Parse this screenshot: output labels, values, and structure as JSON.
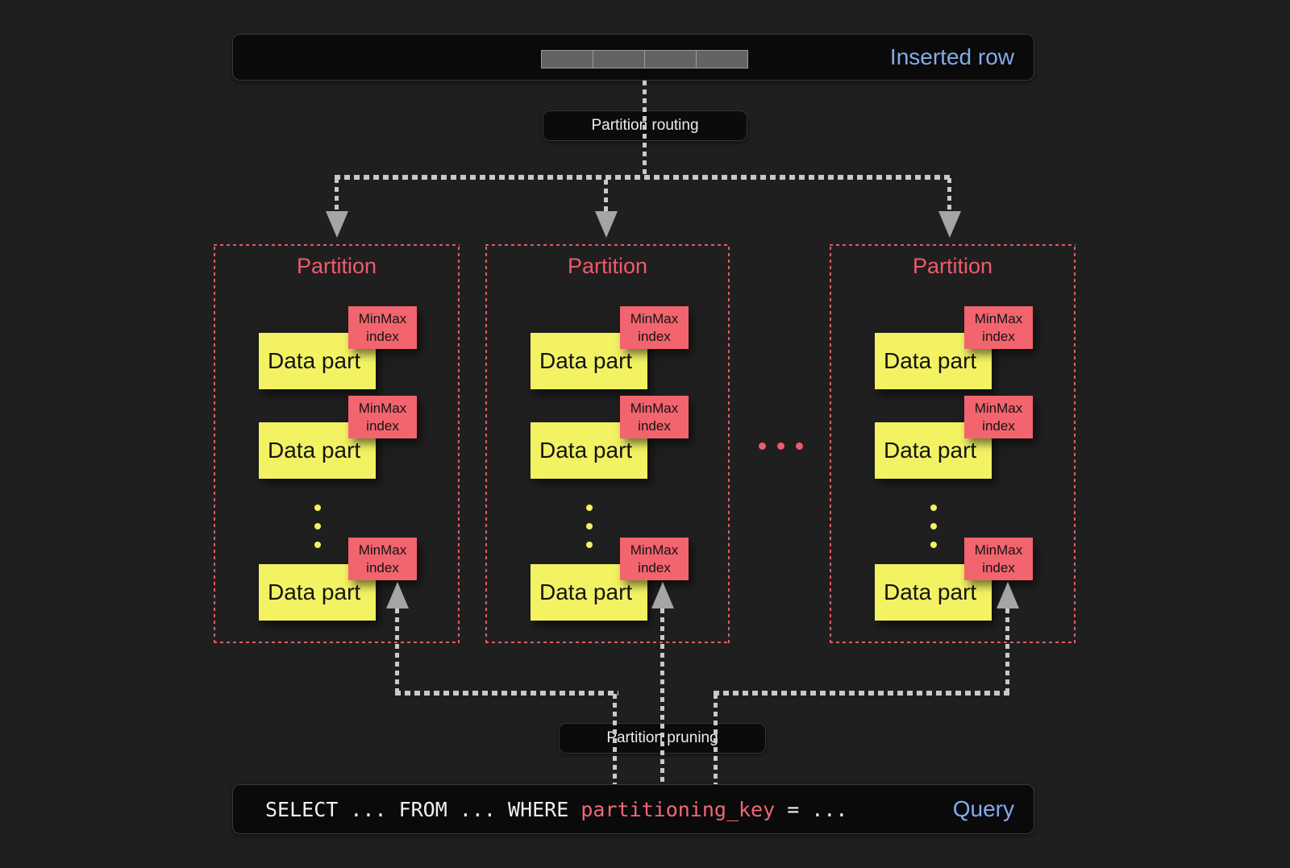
{
  "colors": {
    "background": "#1f1f1f",
    "panel_bg": "#0a0a0a",
    "panel_border": "#3a3a3a",
    "accent_red": "#ef5a6d",
    "minmax_bg": "#f2646e",
    "data_part_bg": "#f2f263",
    "accent_blue": "#84abec",
    "connector_gray": "#c9c9c9",
    "arrow_gray": "#a5a5a5",
    "segment_fill": "#636363",
    "segment_border": "#9a9a9a",
    "code_red": "#f0677a",
    "border_red": "#e25c63"
  },
  "inserted_row": {
    "label": "Inserted row",
    "segments": 4
  },
  "routing": {
    "label": "Partition routing"
  },
  "pruning": {
    "label": "Partition pruning"
  },
  "partitions": [
    {
      "title": "Partition",
      "parts": [
        {
          "part": "Data part",
          "index": "MinMax index"
        },
        {
          "part": "Data part",
          "index": "MinMax index"
        },
        {
          "part": "Data part",
          "index": "MinMax index"
        }
      ]
    },
    {
      "title": "Partition",
      "parts": [
        {
          "part": "Data part",
          "index": "MinMax index"
        },
        {
          "part": "Data part",
          "index": "MinMax index"
        },
        {
          "part": "Data part",
          "index": "MinMax index"
        }
      ]
    },
    {
      "title": "Partition",
      "parts": [
        {
          "part": "Data part",
          "index": "MinMax index"
        },
        {
          "part": "Data part",
          "index": "MinMax index"
        },
        {
          "part": "Data part",
          "index": "MinMax index"
        }
      ]
    }
  ],
  "query": {
    "code_before": "SELECT ... FROM ... WHERE ",
    "code_key": "partitioning_key",
    "code_after": " = ...",
    "label": "Query"
  }
}
